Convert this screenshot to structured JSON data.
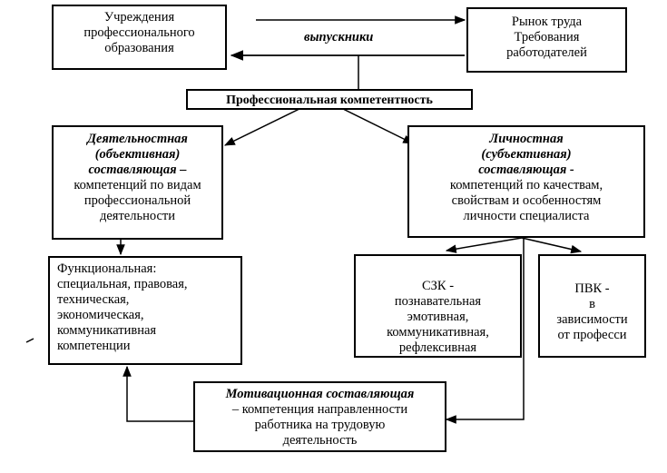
{
  "boxes": {
    "education": {
      "lines": [
        "Учреждения",
        "профессионального",
        "образования"
      ]
    },
    "labor_market": {
      "lines": [
        "Рынок труда",
        "Требования",
        "работодателей"
      ]
    },
    "prof_competence": {
      "text": "Профессиональная компетентность"
    },
    "activity": {
      "heading": [
        "Деятельностная",
        "(объективная)",
        "составляющая –"
      ],
      "lines": [
        "компетенций по видам",
        "профессиональной",
        "деятельности"
      ]
    },
    "personal": {
      "heading": [
        "Личностная",
        "(субъективная)",
        "составляющая -"
      ],
      "lines": [
        "компетенций по качествам,",
        "свойствам и особенностям",
        "личности специалиста"
      ]
    },
    "functional": {
      "lines": [
        "Функциональная:",
        "специальная, правовая,",
        "техническая,",
        "экономическая,",
        "коммуникативная",
        "компетенции"
      ]
    },
    "szk": {
      "lines": [
        "СЗК -",
        "познавательная",
        "эмотивная,",
        "коммуникативная,",
        "рефлексивная"
      ]
    },
    "pvk": {
      "lines": [
        "ПВК -",
        "в",
        "зависимости",
        "от професси"
      ]
    },
    "motivation": {
      "heading": "Мотивационная составляющая",
      "lines": [
        "– компетенция направленности",
        "работника на трудовую",
        "деятельность"
      ]
    }
  },
  "labels": {
    "graduates": "выпускники"
  }
}
